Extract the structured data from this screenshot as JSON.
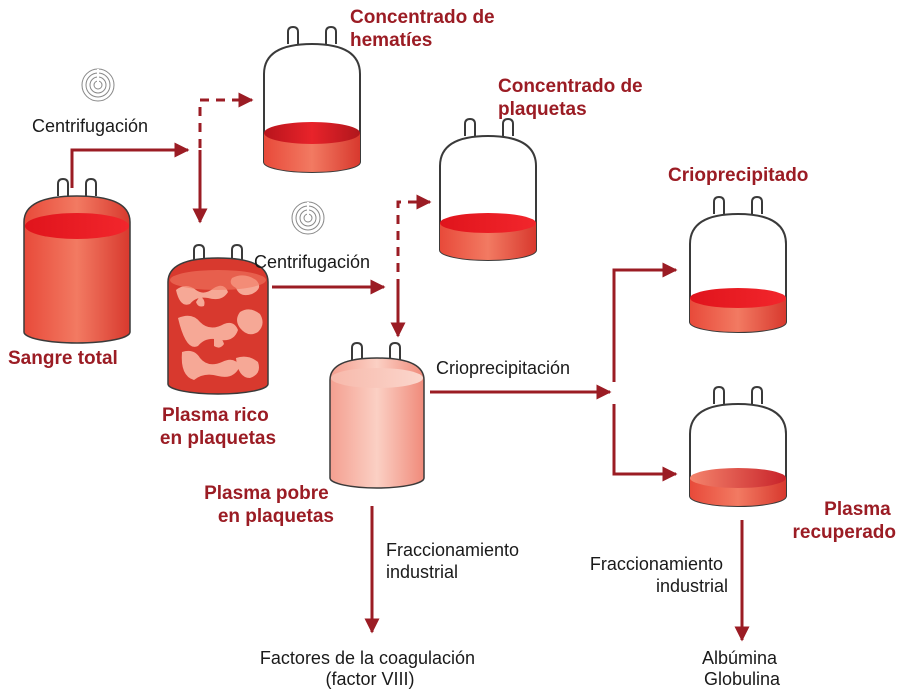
{
  "colors": {
    "accent": "#9b1c24",
    "blood_red": "#e8232a",
    "blood_mid": "#f2544a",
    "plasma_light": "#f6b4a6"
  },
  "icons": {
    "centrifuge_1": "centrifuge-icon",
    "centrifuge_2": "centrifuge-icon"
  },
  "nodes": {
    "sangre_total": "Sangre total",
    "concentrado_hematies": [
      "Concentrado de",
      "hematíes"
    ],
    "concentrado_plaquetas": [
      "Concentrado de",
      "plaquetas"
    ],
    "plasma_rico": [
      "Plasma rico",
      "en plaquetas"
    ],
    "plasma_pobre": [
      "Plasma pobre",
      "en plaquetas"
    ],
    "crioprecipitado": "Crioprecipitado",
    "plasma_recuperado": [
      "Plasma",
      "recuperado"
    ]
  },
  "processes": {
    "centrifugacion_1": "Centrifugación",
    "centrifugacion_2": "Centrifugación",
    "crioprecipitacion": "Crioprecipitación",
    "fraccionamiento_1": [
      "Fraccionamiento",
      "industrial"
    ],
    "fraccionamiento_2": [
      "Fraccionamiento",
      "industrial"
    ]
  },
  "outputs": {
    "factores": [
      "Factores de la coagulación",
      "(factor VIII)"
    ],
    "albumina": [
      "Albúmina",
      "Globulina"
    ]
  }
}
